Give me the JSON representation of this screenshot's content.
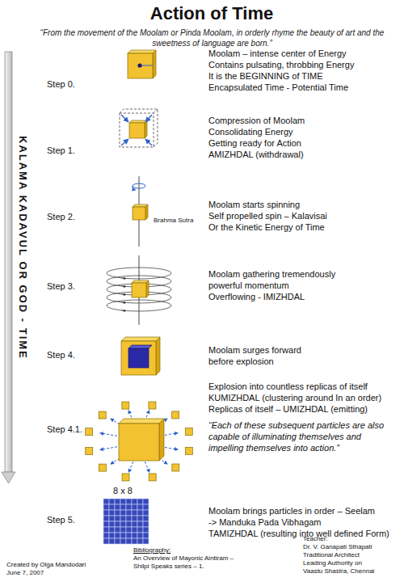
{
  "diagram": {
    "title": "Action of Time",
    "labels": [
      "“From the movement of the Moolam or Pinda Moolam, in orderly rhyme the beauty of art and the sweetness of language are born.”",
      "KALAMA KADAVUL OR GOD - TIME",
      "Step 0.",
      "Moolam – intense center of Energy",
      "Contains pulsating, throbbing Energy",
      "It is the BEGINNING of TIME",
      "Encapsulated Time - Potential Time",
      "Step 1.",
      "Compression of Moolam",
      "Consolidating Energy",
      "Getting ready for Action",
      "AMIZHDAL (withdrawal)",
      "Step 2.",
      "Moolam starts spinning",
      "Self propelled spin – Kalavisai",
      "Or the Kinetic Energy of Time",
      "Brahma Sutra",
      "Step 3.",
      "Moolam gathering tremendously",
      "powerful momentum",
      "Overflowing - IMIZHDAL",
      "Step 4.",
      "Moolam surges forward",
      "before explosion",
      "Step 4.1.",
      "Explosion into countless replicas of itself",
      "KUMIZHDAL (clustering around In an order)",
      "Replicas of itself – UMIZHDAL (emitting)",
      "“Each of these subsequent particles are also capable of illuminating themselves and impelling themselves into action.”",
      "8 x 8",
      "Step 5.",
      "Moolam brings particles in order – Seelam",
      "-> Manduka Pada Vibhagam",
      "TAMIZHDAL (resulting into well defined Form)",
      "Created by Olga Mandodari",
      "June 7, 2007",
      "Bibliography:",
      "An Overview of Mayonic Aintiram –",
      "Shilpi Speaks series – 1.",
      "Teacher:",
      "Dr. V. Ganapati Sthapati",
      "Traditional Architect",
      "Leading Authority on",
      "Vaastu Shastra, Chennai"
    ]
  }
}
